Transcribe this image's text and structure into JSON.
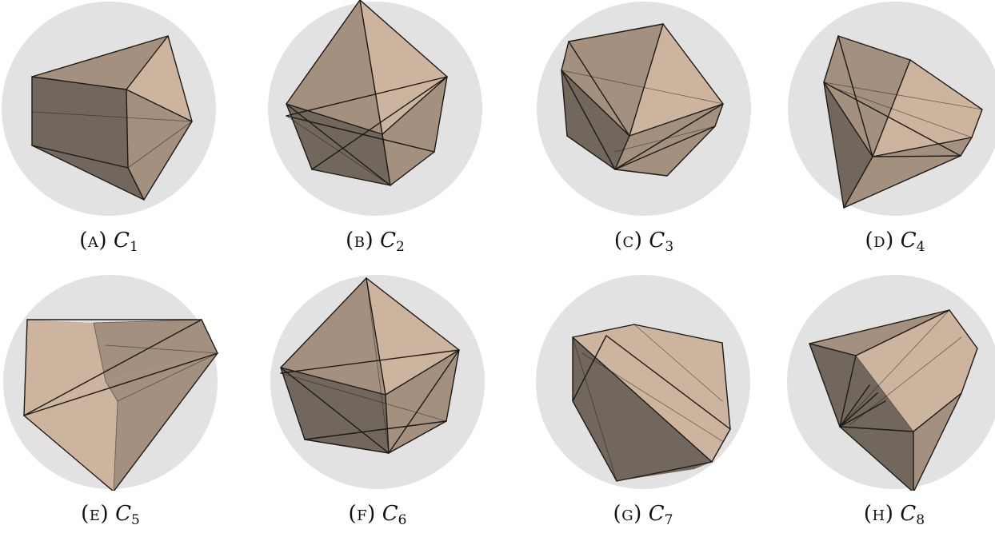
{
  "figure": {
    "panels": [
      {
        "tag": "(a)",
        "symbol": "C",
        "subscript": "1"
      },
      {
        "tag": "(b)",
        "symbol": "C",
        "subscript": "2"
      },
      {
        "tag": "(c)",
        "symbol": "C",
        "subscript": "3"
      },
      {
        "tag": "(d)",
        "symbol": "C",
        "subscript": "4"
      },
      {
        "tag": "(e)",
        "symbol": "C",
        "subscript": "5"
      },
      {
        "tag": "(f)",
        "symbol": "C",
        "subscript": "6"
      },
      {
        "tag": "(g)",
        "symbol": "C",
        "subscript": "7"
      },
      {
        "tag": "(h)",
        "symbol": "C",
        "subscript": "8"
      }
    ],
    "colors": {
      "sphere": "#e2e2e2",
      "face_light": "#ccb29c",
      "face_mid": "#a08d7b",
      "face_dark": "#6d6256",
      "edge": "#1e1a16"
    }
  }
}
